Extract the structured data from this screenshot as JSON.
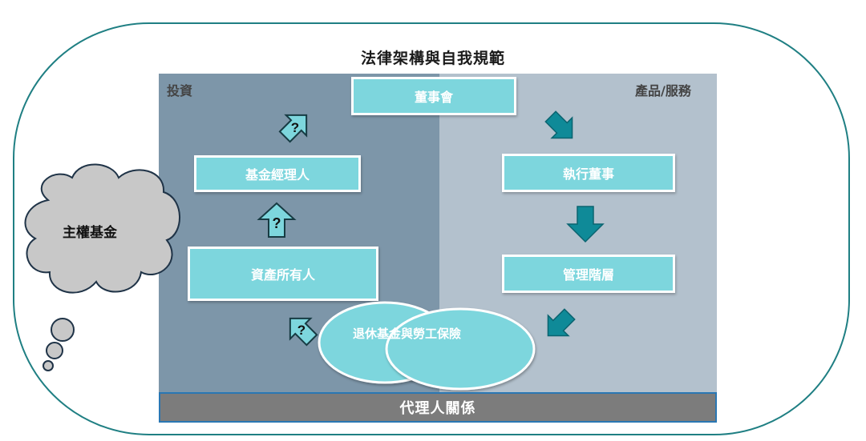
{
  "title": "法律架構與自我規範",
  "panels": {
    "left_label": "投資",
    "right_label": "產品/服務"
  },
  "boxes": {
    "board": "董事會",
    "fund_manager": "基金經理人",
    "asset_owner": "資產所有人",
    "executive_director": "執行董事",
    "management": "管理階層"
  },
  "ellipse_label": "退休基金與勞工保險",
  "cloud_label": "主權基金",
  "bottom_bar": "代理人關係",
  "icons": {
    "question_arrow_up": "?",
    "question_arrow_diag_1": "?",
    "question_arrow_diag_2": "?"
  },
  "colors": {
    "frame_border": "#1f7f83",
    "box_fill": "#7dd6dd",
    "left_panel": "#7d96a9",
    "right_panel": "#b3c1cd",
    "arrow_dark": "#0f8a98",
    "cloud_fill": "#c8c8c8",
    "bar_fill": "#7c7c7c"
  }
}
